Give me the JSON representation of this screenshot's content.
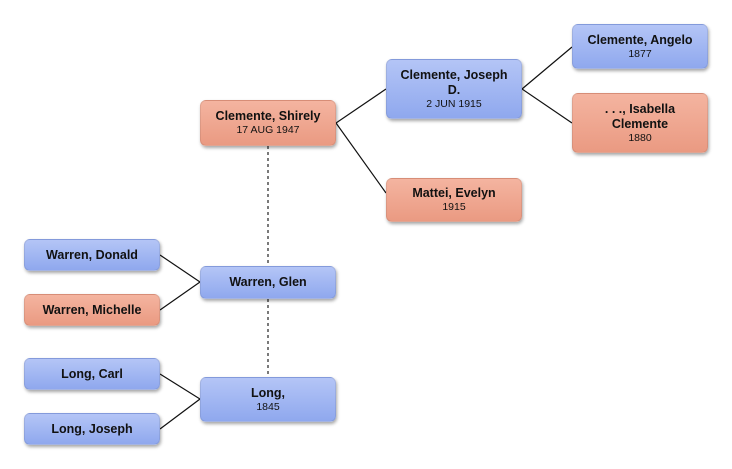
{
  "tree": {
    "people": [
      {
        "id": "shirely",
        "name": "Clemente, Shirely",
        "date": "17 AUG 1947",
        "sex": "female"
      },
      {
        "id": "joseph-d",
        "name": "Clemente, Joseph D.",
        "date": "2 JUN 1915",
        "sex": "male"
      },
      {
        "id": "angelo",
        "name": "Clemente, Angelo",
        "date": "1877",
        "sex": "male"
      },
      {
        "id": "isabella",
        "name": ". . ., Isabella Clemente",
        "date": "1880",
        "sex": "female"
      },
      {
        "id": "evelyn",
        "name": "Mattei, Evelyn",
        "date": "1915",
        "sex": "female"
      },
      {
        "id": "donald",
        "name": "Warren, Donald",
        "date": "",
        "sex": "male"
      },
      {
        "id": "michelle",
        "name": "Warren, Michelle",
        "date": "",
        "sex": "female"
      },
      {
        "id": "glen",
        "name": "Warren, Glen",
        "date": "",
        "sex": "male"
      },
      {
        "id": "carl",
        "name": "Long, Carl",
        "date": "",
        "sex": "male"
      },
      {
        "id": "long",
        "name": "Long,",
        "date": "1845",
        "sex": "male"
      },
      {
        "id": "long-joseph",
        "name": "Long, Joseph",
        "date": "",
        "sex": "male"
      }
    ]
  }
}
